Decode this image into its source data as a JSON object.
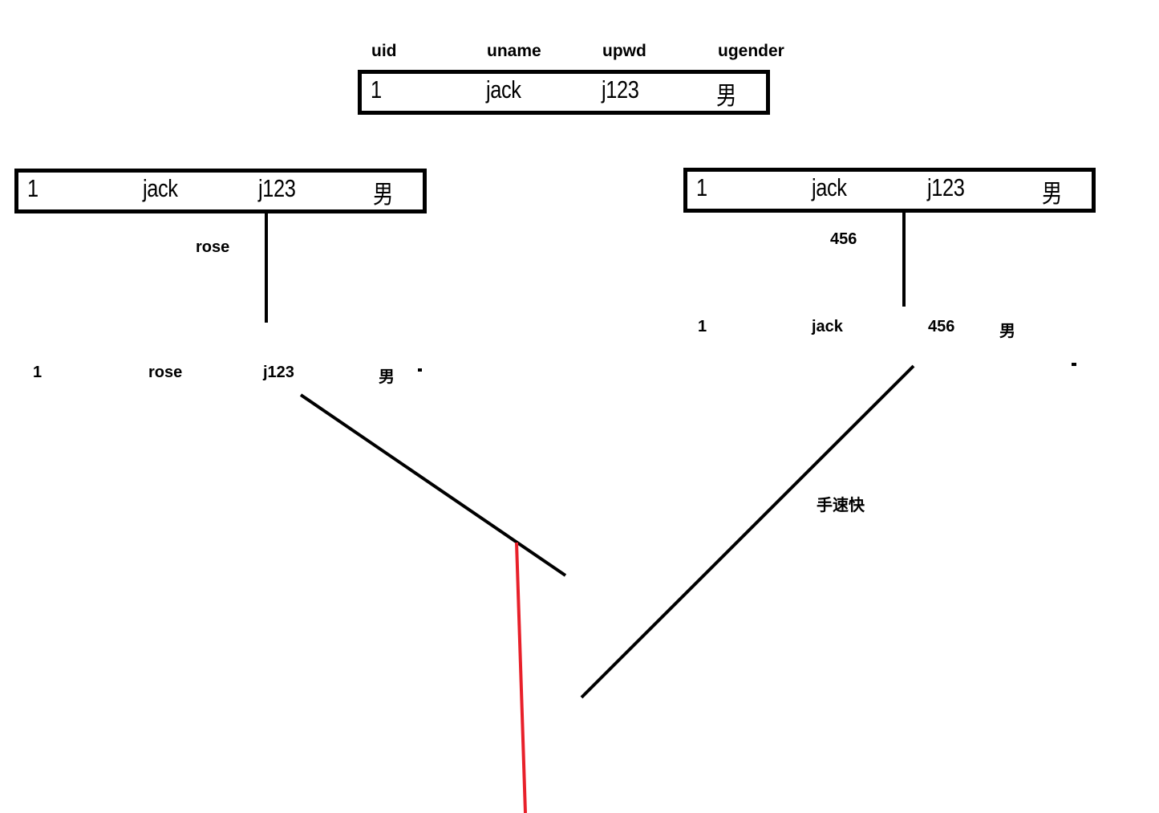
{
  "top": {
    "headers": [
      "uid",
      "uname",
      "upwd",
      "ugender"
    ],
    "row": [
      "1",
      "jack",
      "j123",
      "男"
    ]
  },
  "left": {
    "row": [
      "1",
      "jack",
      "j123",
      "男"
    ],
    "change_label": "rose",
    "result_row": [
      "1",
      "rose",
      "j123",
      "男"
    ]
  },
  "right": {
    "row": [
      "1",
      "jack",
      "j123",
      "男"
    ],
    "change_label": "456",
    "result_row": [
      "1",
      "jack",
      "456",
      "男"
    ]
  },
  "note": "手速快",
  "colors": {
    "line": "#000000",
    "highlight": "#e8202a"
  }
}
